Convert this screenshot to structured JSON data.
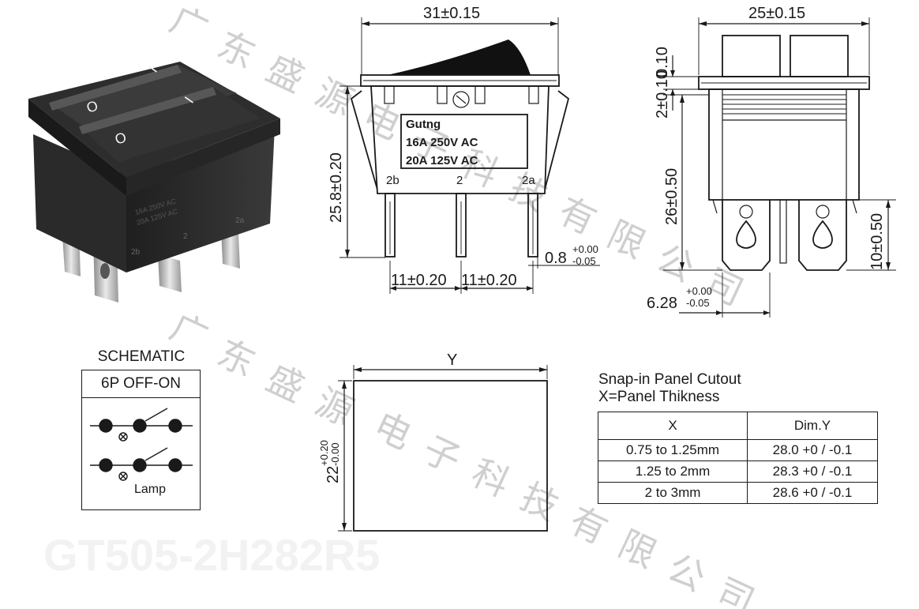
{
  "watermark": {
    "chars_upper": [
      "广",
      "东",
      "盛",
      "源",
      "电",
      "子",
      "科",
      "技",
      "有",
      "限",
      "公",
      "司"
    ],
    "chars_lower": [
      "广",
      "东",
      "盛",
      "源",
      "电",
      "子",
      "科",
      "技",
      "有",
      "限",
      "公",
      "司"
    ],
    "model": "GT505-2H282R5"
  },
  "front_view": {
    "width_dim": "31±0.15",
    "height_dim": "25.8±0.20",
    "label_lines": [
      "Gutng",
      "16A 250V AC",
      "20A 125V AC"
    ],
    "terminal_labels": [
      "2b",
      "2",
      "2a"
    ],
    "pitch_left": "11±0.20",
    "pitch_right": "11±0.20",
    "pin_thickness": "0.8",
    "pin_tol_plus": "+0.00",
    "pin_tol_minus": "-0.05"
  },
  "side_view": {
    "width_dim": "25±0.15",
    "flange_dim": "0.10",
    "step_dim": "2±0.10",
    "body_dim": "26±0.50",
    "terminal_dim": "10±0.50",
    "terminal_width": "6.28",
    "tw_tol_plus": "+0.00",
    "tw_tol_minus": "-0.05"
  },
  "schematic": {
    "title": "SCHEMATIC",
    "subtitle": "6P OFF-ON",
    "lamp_label": "Lamp"
  },
  "cutout": {
    "width_label": "Y",
    "height_dim": "22",
    "height_tol_plus": "+0.20",
    "height_tol_minus": "-0.00",
    "title_line1": "Snap-in Panel Cutout",
    "title_line2": "X=Panel Thikness",
    "table": {
      "headers": [
        "X",
        "Dim.Y"
      ],
      "rows": [
        [
          "0.75 to 1.25mm",
          "28.0 +0 / -0.1"
        ],
        [
          "1.25 to 2mm",
          "28.3 +0 / -0.1"
        ],
        [
          "2 to 3mm",
          "28.6 +0 / -0.1"
        ]
      ]
    }
  },
  "photo": {
    "rocker_marks": [
      "O",
      "I",
      "O",
      "I"
    ],
    "body_text": [
      "16A 250V AC",
      "20A 125V AC"
    ],
    "terminal_labels": [
      "2b",
      "2",
      "2a"
    ]
  }
}
